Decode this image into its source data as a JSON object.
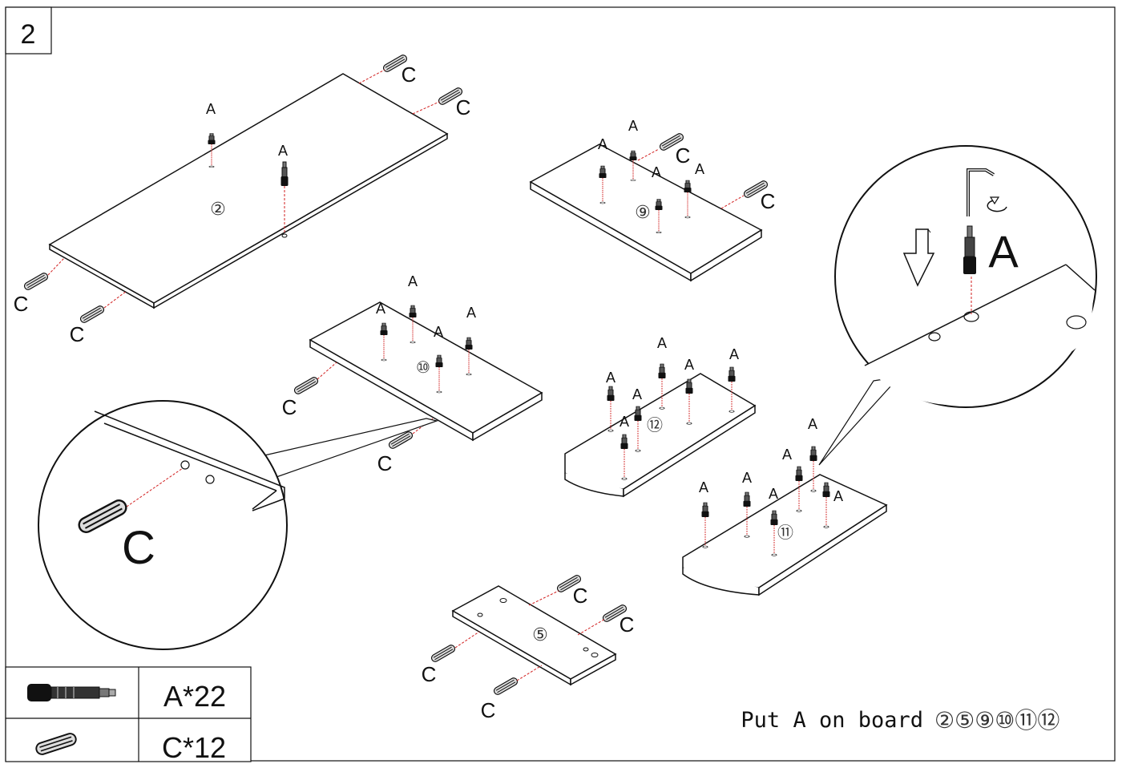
{
  "step": {
    "number": "2"
  },
  "labels": {
    "a": "A",
    "c": "C"
  },
  "boards": {
    "b2": "②",
    "b9": "⑨",
    "b10": "⑩",
    "b12": "⑫",
    "b11": "⑪",
    "b5": "⑤"
  },
  "detail_left": {
    "part": "C"
  },
  "detail_right": {
    "part": "A"
  },
  "parts_table": {
    "rows": [
      {
        "part": "A",
        "icon": "cam-bolt-icon",
        "qty": "A*22"
      },
      {
        "part": "C",
        "icon": "wooden-dowel-icon",
        "qty": "C*12"
      }
    ]
  },
  "instruction": {
    "prefix": "Put A on board",
    "boards": "②⑤⑨⑩⑪⑫"
  },
  "colors": {
    "line": "#111111",
    "guide": "#d21f1f"
  }
}
